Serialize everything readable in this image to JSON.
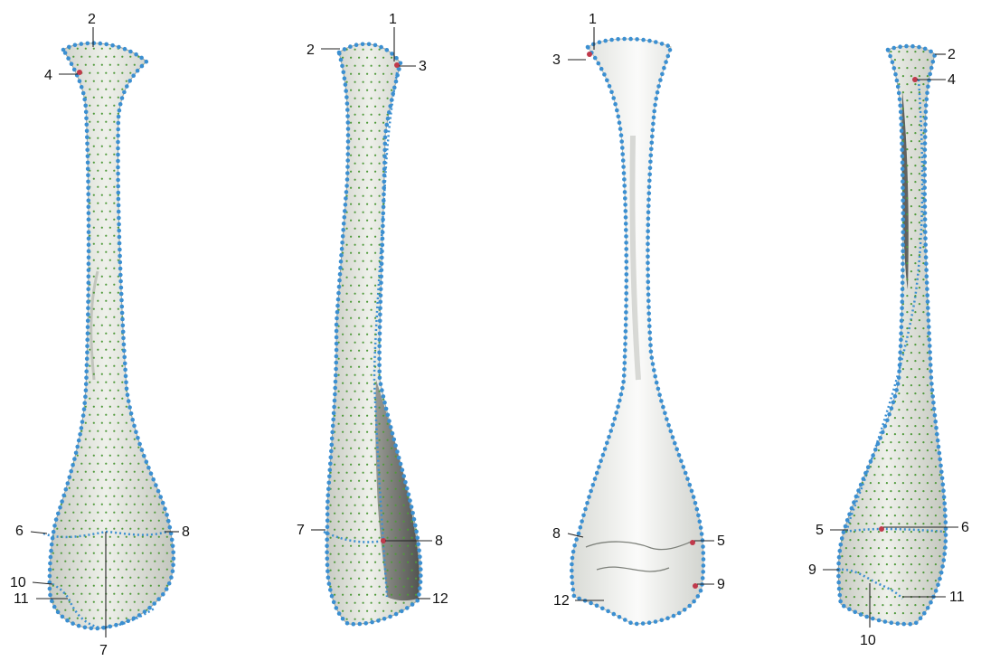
{
  "figure": {
    "colors": {
      "background": "#ffffff",
      "bone_fill": "#e9ebe6",
      "bone_shade": "#b9bcb4",
      "bone_dark": "#6f716c",
      "contour_landmarks": "#3b8fd1",
      "surface_points": "#4f9a3a",
      "fixed_landmarks": "#c0394b"
    },
    "views": [
      {
        "id": "view-1",
        "labels": [
          "2",
          "4",
          "6",
          "8",
          "10",
          "11",
          "7"
        ]
      },
      {
        "id": "view-2",
        "labels": [
          "1",
          "2",
          "3",
          "7",
          "8",
          "12"
        ]
      },
      {
        "id": "view-3",
        "labels": [
          "1",
          "3",
          "8",
          "5",
          "12",
          "9"
        ]
      },
      {
        "id": "view-4",
        "labels": [
          "2",
          "4",
          "5",
          "6",
          "9",
          "11",
          "10"
        ]
      }
    ]
  }
}
